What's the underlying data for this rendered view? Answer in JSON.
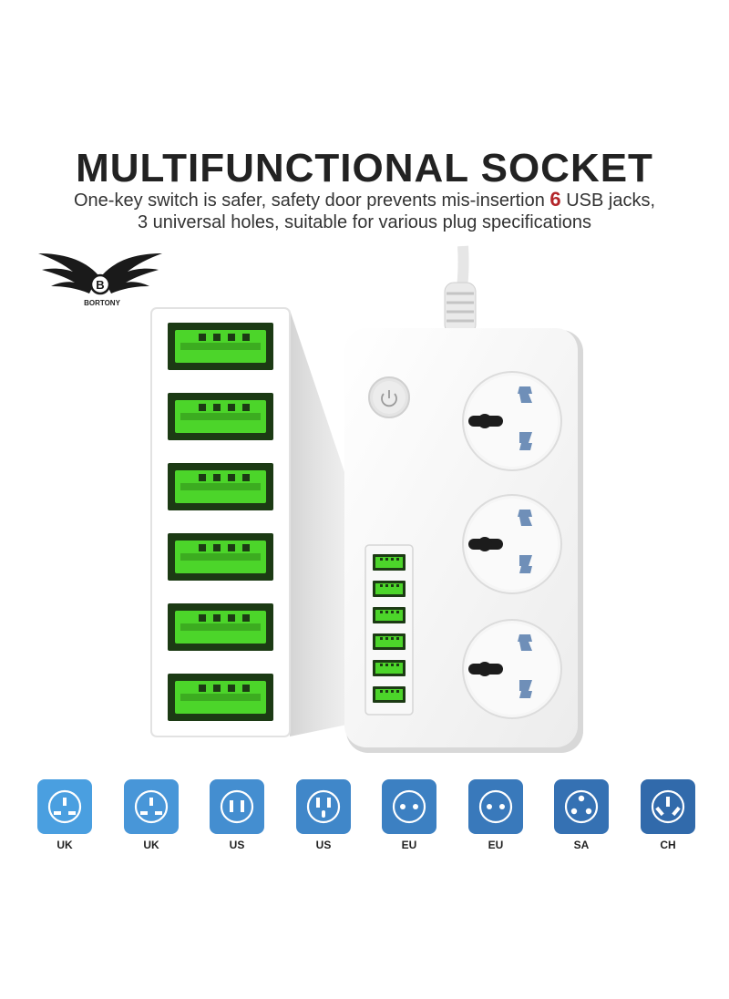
{
  "heading": {
    "title": "MULTIFUNCTIONAL SOCKET",
    "line1_a": "One-key switch is safer, safety door prevents mis-insertion ",
    "line1_highlight": "6",
    "line1_b": " USB jacks,",
    "line2": "3 universal holes, suitable for various plug specifications"
  },
  "brand": {
    "name": "BORTONY",
    "initial": "B"
  },
  "product": {
    "usb_port_count": 6,
    "universal_socket_count": 3,
    "usb_color": "#4cd52a",
    "usb_dark": "#1c3a14"
  },
  "plug_types": [
    {
      "label": "UK",
      "icon": "uk-plug-icon",
      "color": "#4a9fe0"
    },
    {
      "label": "UK",
      "icon": "uk-plug-icon",
      "color": "#4896d8"
    },
    {
      "label": "US",
      "icon": "us-plug-icon",
      "color": "#448ed0"
    },
    {
      "label": "US",
      "icon": "us-ground-plug-icon",
      "color": "#4087c9"
    },
    {
      "label": "EU",
      "icon": "eu-plug-icon",
      "color": "#3c80c2"
    },
    {
      "label": "EU",
      "icon": "eu-plug-icon",
      "color": "#3979bb"
    },
    {
      "label": "SA",
      "icon": "sa-plug-icon",
      "color": "#3571b3"
    },
    {
      "label": "CH",
      "icon": "ch-plug-icon",
      "color": "#316aab"
    }
  ]
}
